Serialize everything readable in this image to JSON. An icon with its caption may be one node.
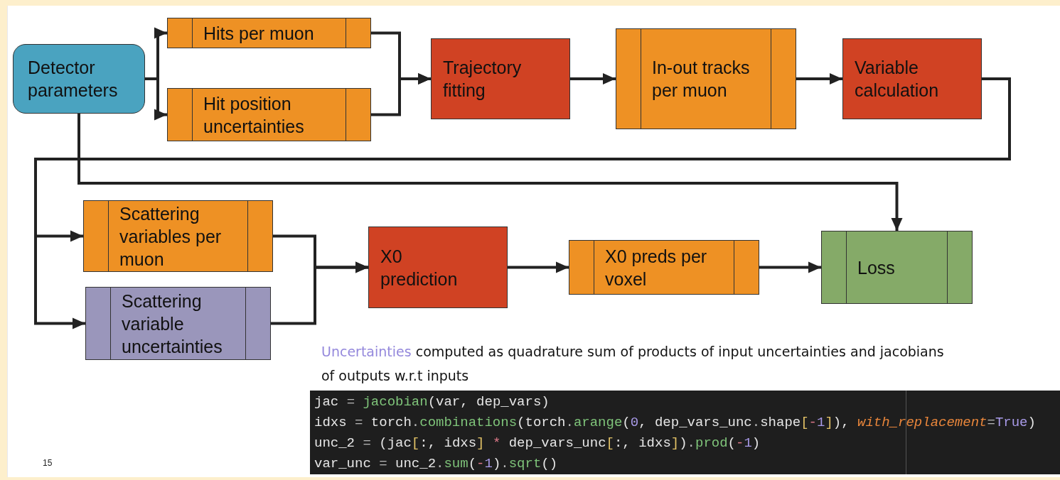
{
  "diagram": {
    "nodes": [
      {
        "text": [
          "Detector parameters"
        ]
      },
      {
        "text": [
          "Hits per muon"
        ]
      },
      {
        "text": [
          "Hit position uncertainties"
        ]
      },
      {
        "text": [
          "Trajectory fitting"
        ]
      },
      {
        "text": [
          "In-out tracks per muon"
        ]
      },
      {
        "text": [
          "Variable calculation"
        ]
      },
      {
        "text": [
          "Scattering variables per muon"
        ]
      },
      {
        "text": [
          "Scattering variable uncertainties"
        ]
      },
      {
        "text": [
          "X0 prediction"
        ]
      },
      {
        "text": [
          "X0 preds per voxel"
        ]
      },
      {
        "text": [
          "Loss"
        ]
      }
    ],
    "edges": [
      {
        "from": 0,
        "to": 1,
        "arrow": "to"
      },
      {
        "from": 0,
        "to": 2,
        "arrow": "to"
      },
      {
        "from": 1,
        "to": 3,
        "arrow": "to"
      },
      {
        "from": 2,
        "to": 3,
        "arrow": "to"
      },
      {
        "from": 3,
        "to": 4,
        "arrow": "to"
      },
      {
        "from": 4,
        "to": 5,
        "arrow": "to"
      },
      {
        "from": 5,
        "to": 6,
        "arrow": "to"
      },
      {
        "from": 5,
        "to": 7,
        "arrow": "to"
      },
      {
        "from": 0,
        "to": 10,
        "arrow": "to"
      },
      {
        "from": 6,
        "to": 8,
        "arrow": "to"
      },
      {
        "from": 7,
        "to": 8,
        "arrow": "to"
      },
      {
        "from": 8,
        "to": 9,
        "arrow": "to"
      },
      {
        "from": 9,
        "to": 10,
        "arrow": "to"
      }
    ],
    "labels": [
      "Uncertainties computed as quadrature sum of products of input uncertainties and jacobians of outputs w.r.t inputs",
      "jac = jacobian(var, dep_vars)",
      "idxs = torch.combinations(torch.arange(0, dep_vars_unc.shape[-1]), with_replacement=True)",
      "unc_2 = (jac[:, idxs] * dep_vars_unc[:, idxs]).prod(-1)",
      "var_unc = unc_2.sum(-1).sqrt()",
      "15"
    ]
  }
}
